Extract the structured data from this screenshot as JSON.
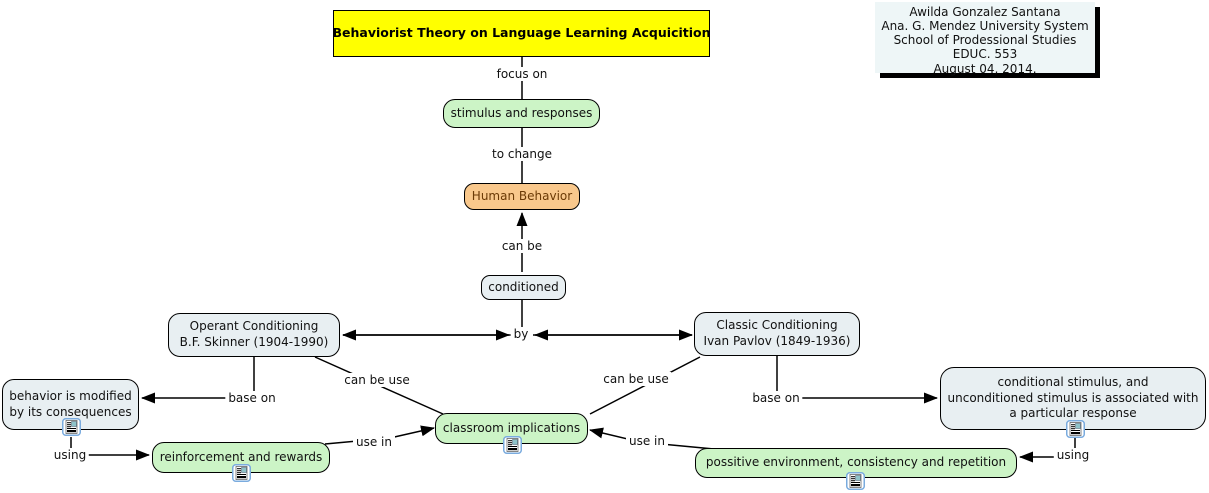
{
  "title": "Behaviorist Theory on Language Learning Acquicition",
  "credits": {
    "line1": "Awilda Gonzalez Santana",
    "line2": "Ana. G. Mendez University System",
    "line3": "School of Prodessional Studies",
    "line4": "EDUC. 553",
    "line5": "August 04, 2014."
  },
  "concepts": {
    "stimulus_responses": "stimulus and responses",
    "human_behavior": "Human Behavior",
    "conditioned": "conditioned",
    "operant_line1": "Operant Conditioning",
    "operant_line2": "B.F. Skinner (1904-1990)",
    "classic_line1": "Classic Conditioning",
    "classic_line2": "Ivan Pavlov (1849-1936)",
    "behavior_modified_line1": "behavior is modified",
    "behavior_modified_line2": "by its consequences",
    "classroom_implications": "classroom implications",
    "reinforcement_rewards": "reinforcement and rewards",
    "conditional_line1": "conditional stimulus, and",
    "conditional_line2": "unconditioned stimulus is associated with",
    "conditional_line3": "a particular response",
    "positive_environment": "possitive environment, consistency and repetition"
  },
  "link_labels": {
    "focus_on": "focus on",
    "to_change": "to change",
    "can_be": "can be",
    "by": "by",
    "base_on_left": "base on",
    "base_on_right": "base on",
    "can_be_use_left": "can be use",
    "can_be_use_right": "can be use",
    "use_in_left": "use in",
    "use_in_right": "use in",
    "using_left": "using",
    "using_right": "using"
  },
  "icons": {
    "resource": "document-resource-icon"
  },
  "colors": {
    "title_bg": "#ffff00",
    "concept_green": "#ccf4c6",
    "concept_gray": "#e8eff2",
    "concept_orange": "#f9c88c",
    "credits_bg": "#eef6f7",
    "line": "#000000"
  }
}
